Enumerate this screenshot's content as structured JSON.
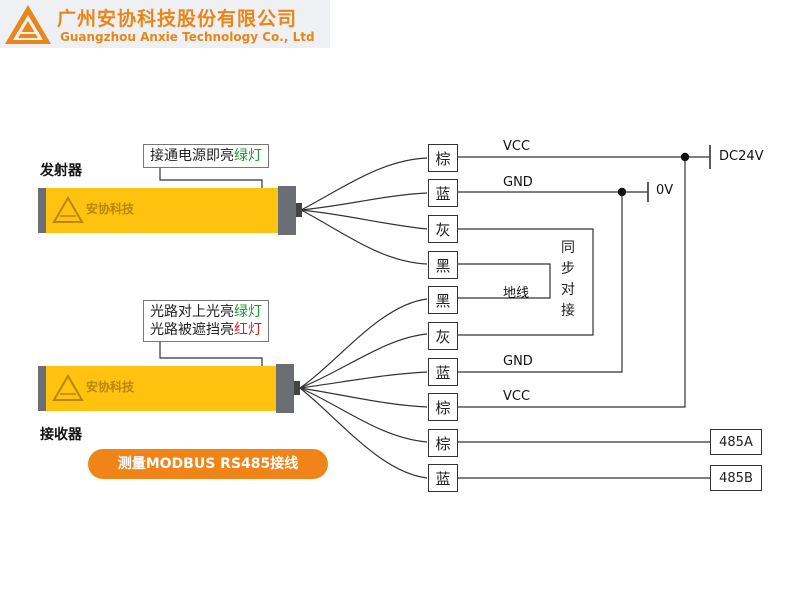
{
  "header": {
    "company_cn": "广州安协科技股份有限公司",
    "company_en": "Guangzhou Anxie Technology Co., Ltd",
    "brand_color": "#e8861a"
  },
  "emitter": {
    "label": "发射器",
    "note_prefix": "接通电源即亮",
    "note_highlight": "绿灯",
    "bar_text": "安协科技",
    "wires": [
      {
        "color": "棕",
        "signal": "VCC"
      },
      {
        "color": "蓝",
        "signal": "GND"
      },
      {
        "color": "灰",
        "signal": ""
      },
      {
        "color": "黑",
        "signal": ""
      }
    ]
  },
  "receiver": {
    "label": "接收器",
    "note_line1_prefix": "光路对上光亮",
    "note_line1_highlight": "绿灯",
    "note_line2_prefix": "光路被遮挡亮",
    "note_line2_highlight": "红灯",
    "bar_text": "安协科技",
    "wires": [
      {
        "color": "黑",
        "signal": "地线"
      },
      {
        "color": "灰",
        "signal": ""
      },
      {
        "color": "蓝",
        "signal": "GND"
      },
      {
        "color": "棕",
        "signal": "VCC"
      },
      {
        "color": "棕",
        "signal": "485A"
      },
      {
        "color": "蓝",
        "signal": "485B"
      }
    ]
  },
  "power": {
    "dc": "DC24V",
    "zero": "0V"
  },
  "sync_label": [
    "同",
    "步",
    "对",
    "接"
  ],
  "banner": "测量MODBUS RS485接线",
  "colors": {
    "accent": "#f08418",
    "bar_yellow": "#ffc20e",
    "green": "#1d9a2e",
    "red": "#e02020"
  }
}
